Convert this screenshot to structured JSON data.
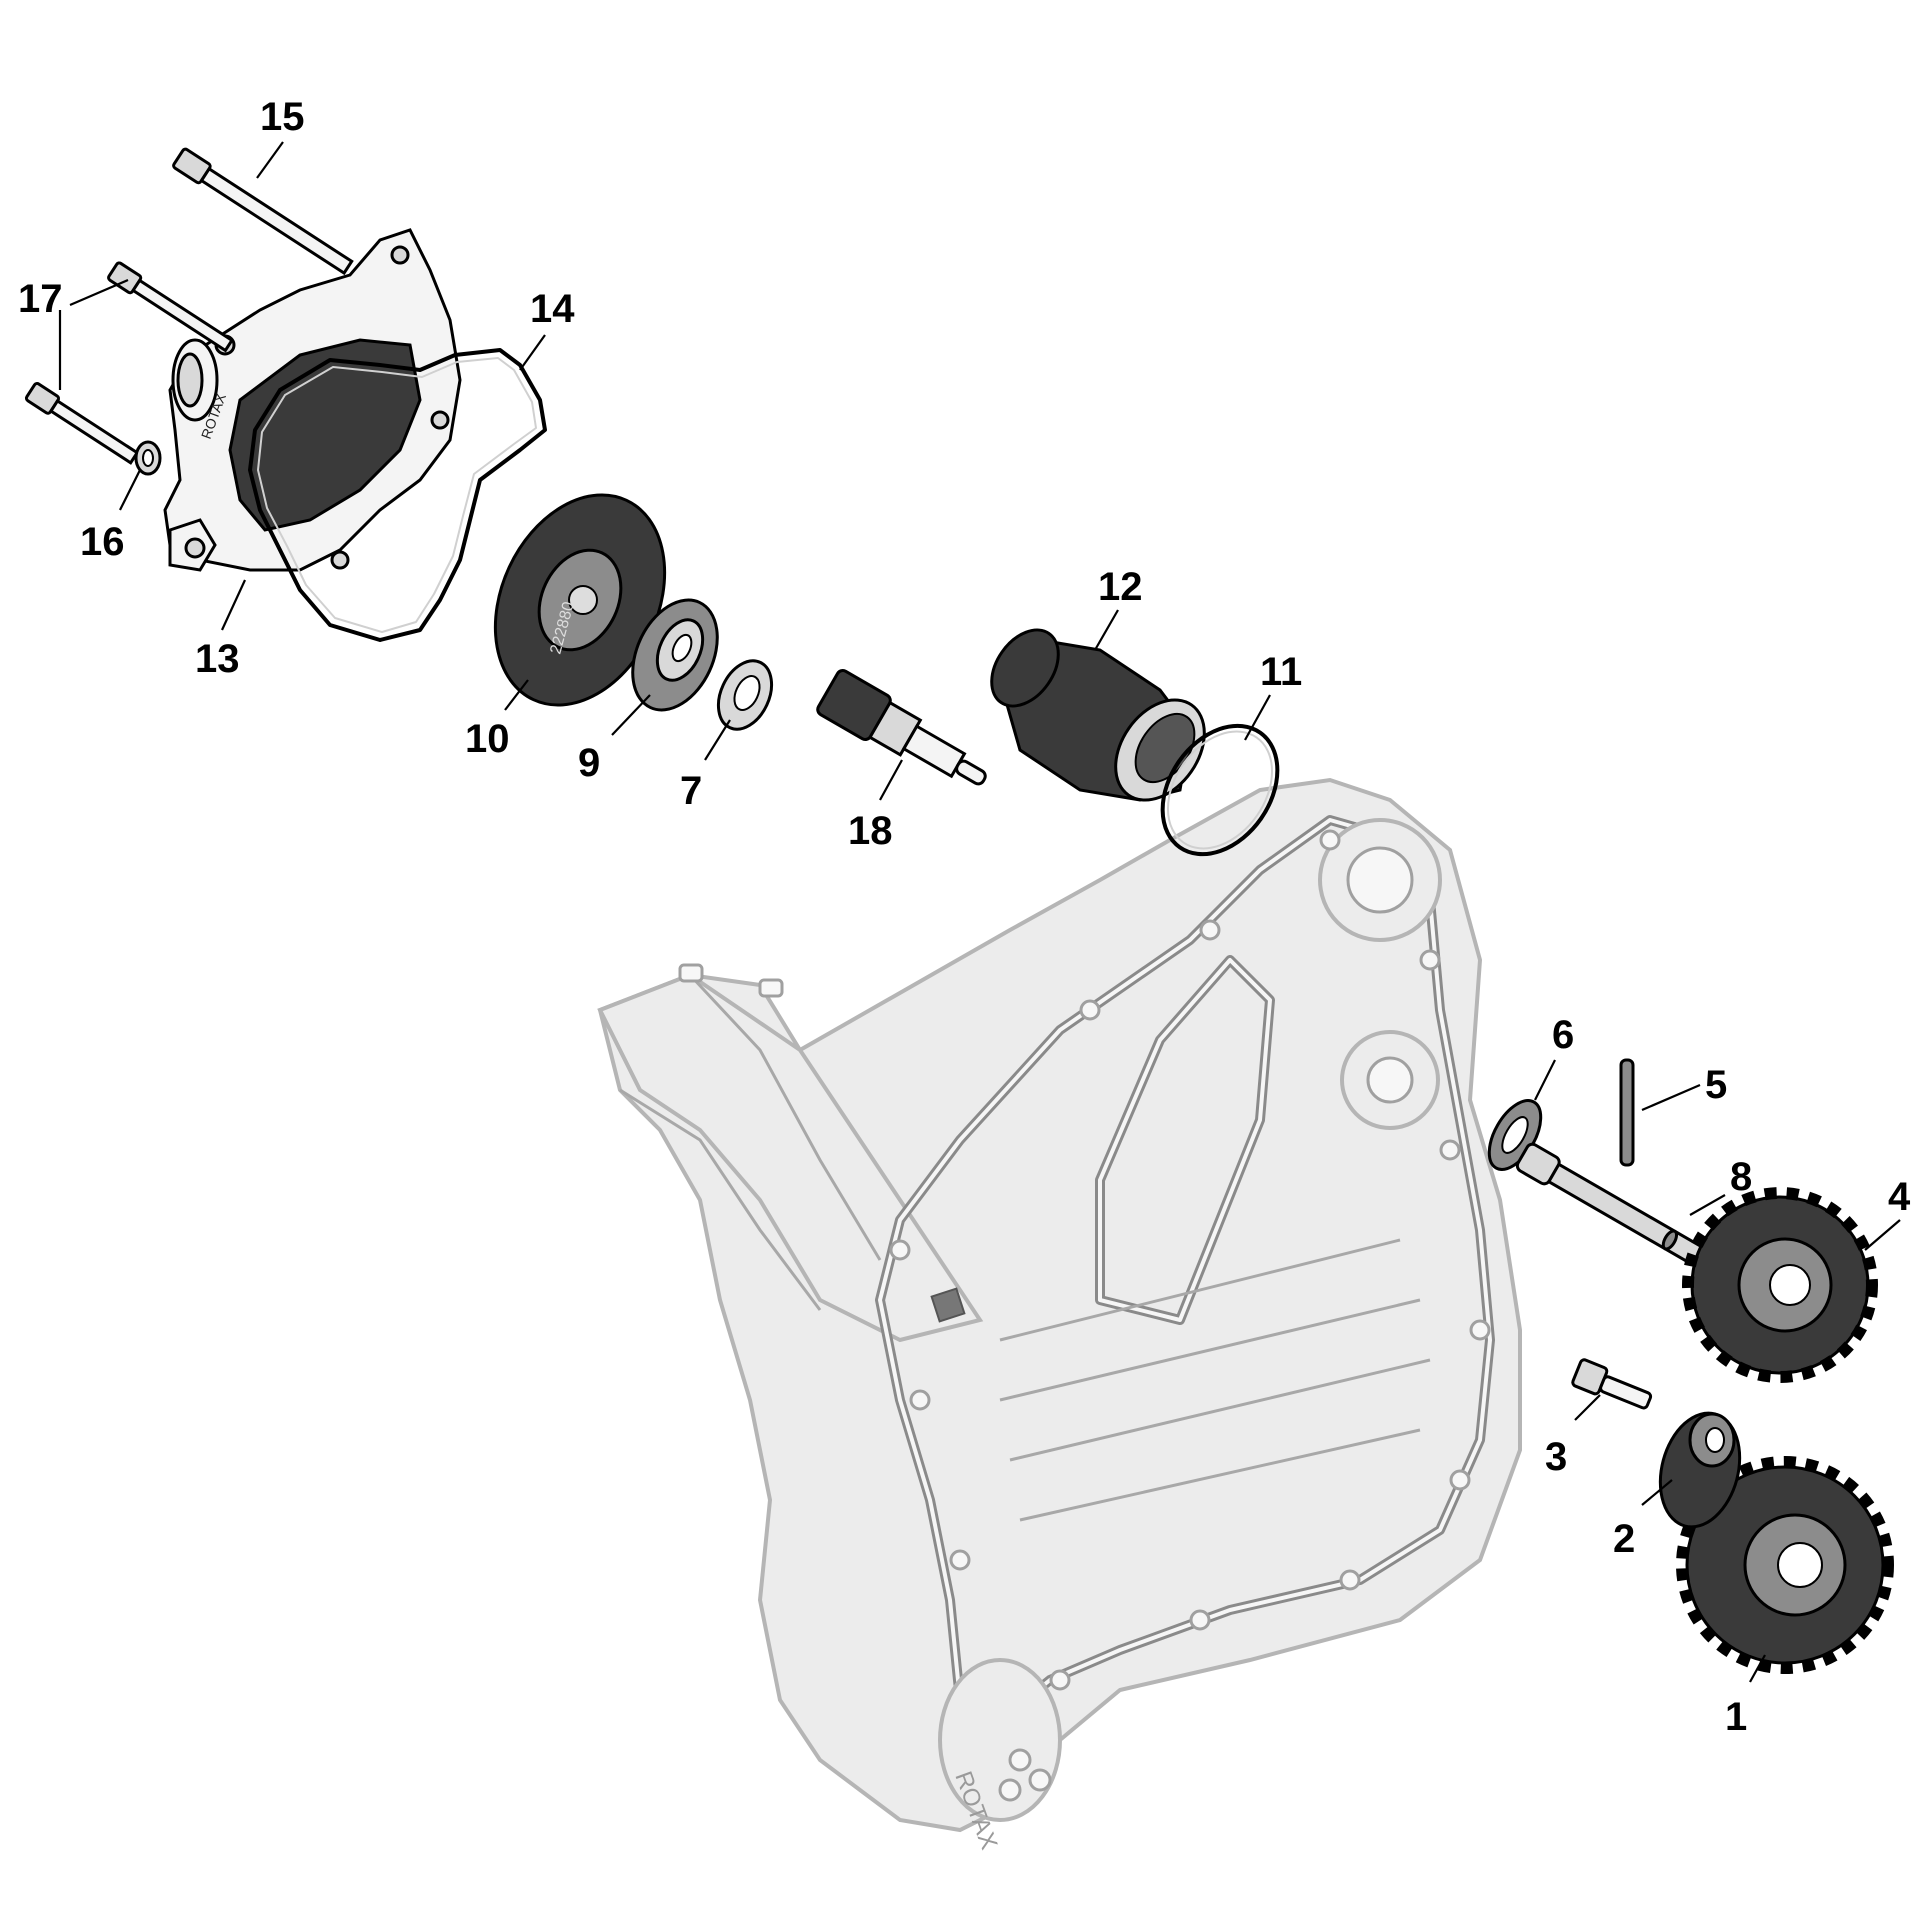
{
  "callouts": [
    {
      "id": "1",
      "text": "1"
    },
    {
      "id": "2",
      "text": "2"
    },
    {
      "id": "3",
      "text": "3"
    },
    {
      "id": "4",
      "text": "4"
    },
    {
      "id": "5",
      "text": "5"
    },
    {
      "id": "6",
      "text": "6"
    },
    {
      "id": "7",
      "text": "7"
    },
    {
      "id": "8",
      "text": "8"
    },
    {
      "id": "9",
      "text": "9"
    },
    {
      "id": "10",
      "text": "10"
    },
    {
      "id": "11",
      "text": "11"
    },
    {
      "id": "12",
      "text": "12"
    },
    {
      "id": "13",
      "text": "13"
    },
    {
      "id": "14",
      "text": "14"
    },
    {
      "id": "15",
      "text": "15"
    },
    {
      "id": "16",
      "text": "16"
    },
    {
      "id": "17",
      "text": "17"
    },
    {
      "id": "18",
      "text": "18"
    }
  ],
  "parts": {
    "impeller_marking": "222880",
    "housing_brand": "ROTAX",
    "case_brand": "ROTAX"
  }
}
